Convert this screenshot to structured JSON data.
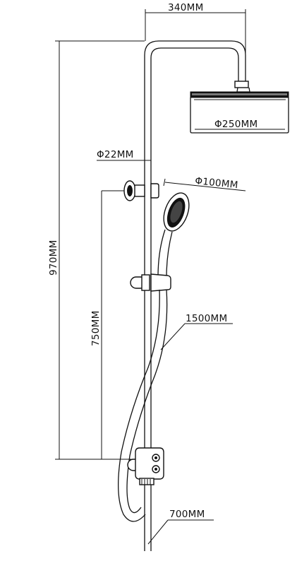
{
  "dimensions": {
    "head_arm_width": "340MM",
    "head_diameter": "Φ250MM",
    "pipe_diameter": "Φ22MM",
    "hand_shower_diameter": "Φ100MM",
    "total_height": "970MM",
    "bracket_height": "750MM",
    "hose_length": "1500MM",
    "bottom_length": "700MM"
  }
}
